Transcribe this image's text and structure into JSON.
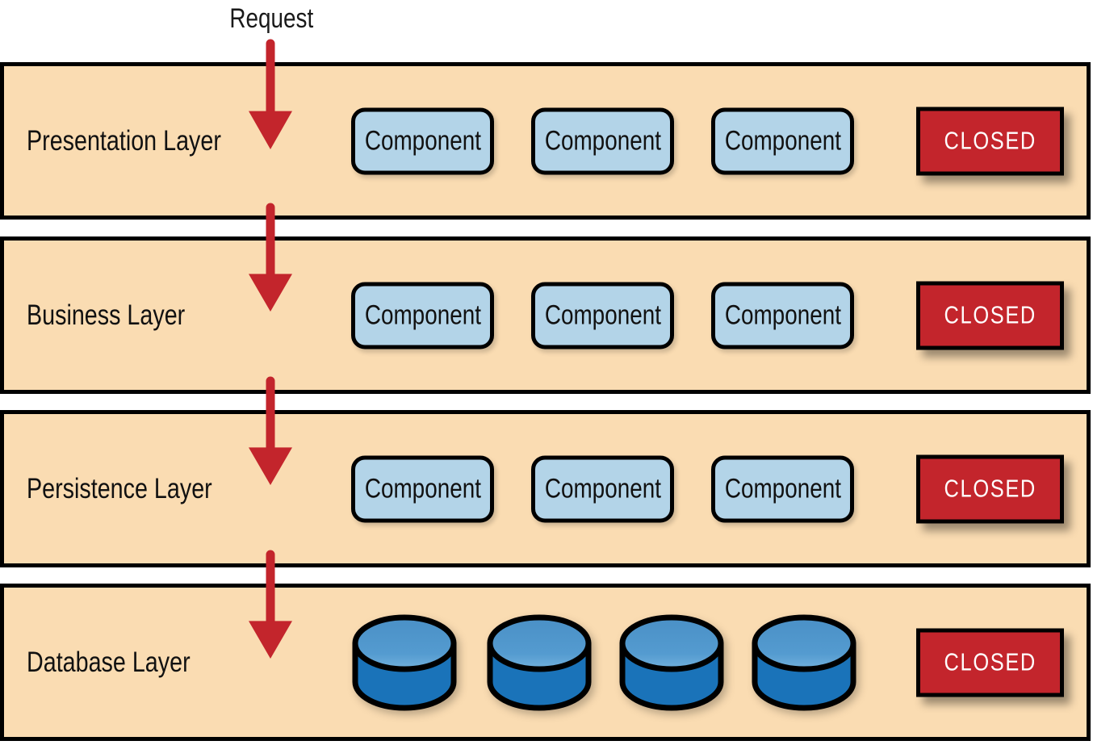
{
  "diagram": {
    "request_label": "Request",
    "layers": [
      {
        "label": "Presentation Layer",
        "kind": "components",
        "components": [
          "Component",
          "Component",
          "Component"
        ],
        "badge": "CLOSED"
      },
      {
        "label": "Business Layer",
        "kind": "components",
        "components": [
          "Component",
          "Component",
          "Component"
        ],
        "badge": "CLOSED"
      },
      {
        "label": "Persistence Layer",
        "kind": "components",
        "components": [
          "Component",
          "Component",
          "Component"
        ],
        "badge": "CLOSED"
      },
      {
        "label": "Database Layer",
        "kind": "databases",
        "database_count": 4,
        "badge": "CLOSED"
      }
    ],
    "colors": {
      "layer_bg": "#fadcb2",
      "component_bg": "#b3d4e8",
      "badge_bg": "#c3252c",
      "arrow": "#c3252c",
      "db_top": "#4f97cd",
      "db_body": "#1a73b9",
      "border": "#000000"
    }
  }
}
